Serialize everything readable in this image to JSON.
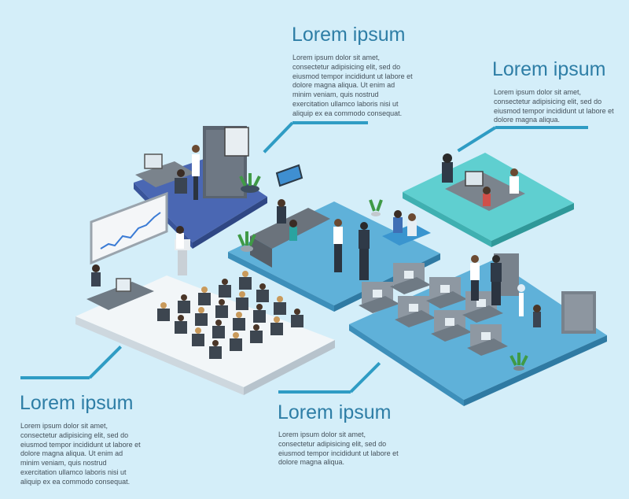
{
  "blocks": {
    "top_center": {
      "title": "Lorem ipsum",
      "text": "Lorem ipsum dolor sit amet,\nconsectetur adipisicing elit, sed do\neiusmod tempor incididunt ut labore et\ndolore magna aliqua. Ut enim ad\nminim veniam, quis nostrud\nexercitation ullamco laboris nisi ut\naliquip ex ea commodo consequat."
    },
    "top_right": {
      "title": "Lorem ipsum",
      "text": "Lorem ipsum dolor sit amet,\nconsectetur adipisicing elit, sed do\neiusmod tempor incididunt ut labore et\ndolore magna aliqua."
    },
    "bottom_left": {
      "title": "Lorem ipsum",
      "text": "Lorem ipsum dolor sit amet,\nconsectetur adipisicing elit, sed do\neiusmod tempor incididunt ut labore et\ndolore magna aliqua. Ut enim ad\nminim veniam, quis nostrud\nexercitation ullamco laboris nisi ut\naliquip ex ea commodo consequat."
    },
    "bottom_center": {
      "title": "Lorem ipsum",
      "text": "Lorem ipsum dolor sit amet,\nconsectetur adipisicing elit, sed do\neiusmod tempor incididunt ut labore et\ndolore magna aliqua."
    }
  },
  "colors": {
    "background": "#d4eef9",
    "heading": "#2e7ea6",
    "leader_line": "#2f9cc4",
    "floor_navy": "#4a67b3",
    "floor_blue": "#5fb1d9",
    "floor_teal": "#5fcfd0",
    "floor_white": "#f2f6f8"
  }
}
